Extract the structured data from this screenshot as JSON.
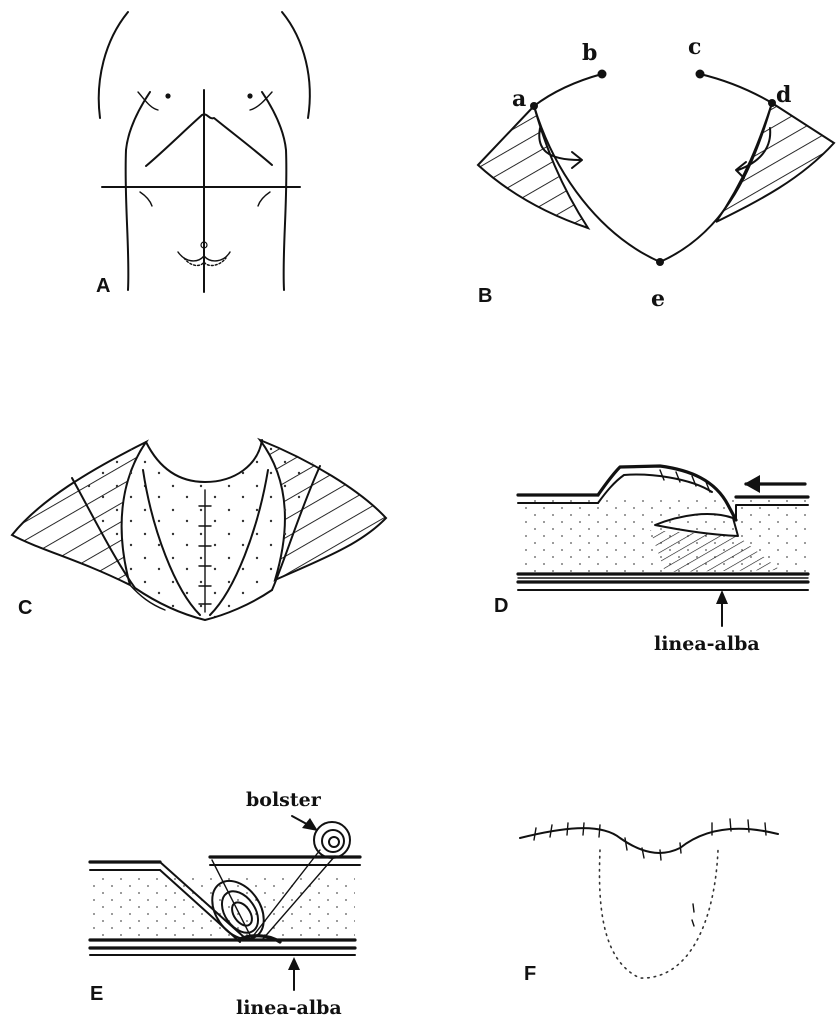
{
  "panels": {
    "A": {
      "letter": "A"
    },
    "B": {
      "letter": "B",
      "points": [
        "a",
        "b",
        "c",
        "d",
        "e"
      ]
    },
    "C": {
      "letter": "C"
    },
    "D": {
      "letter": "D",
      "label": "linea-alba"
    },
    "E": {
      "letter": "E",
      "label_bolster": "bolster",
      "label_linea": "linea-alba"
    },
    "F": {
      "letter": "F"
    }
  },
  "colors": {
    "ink": "#111111",
    "paper": "#ffffff"
  }
}
